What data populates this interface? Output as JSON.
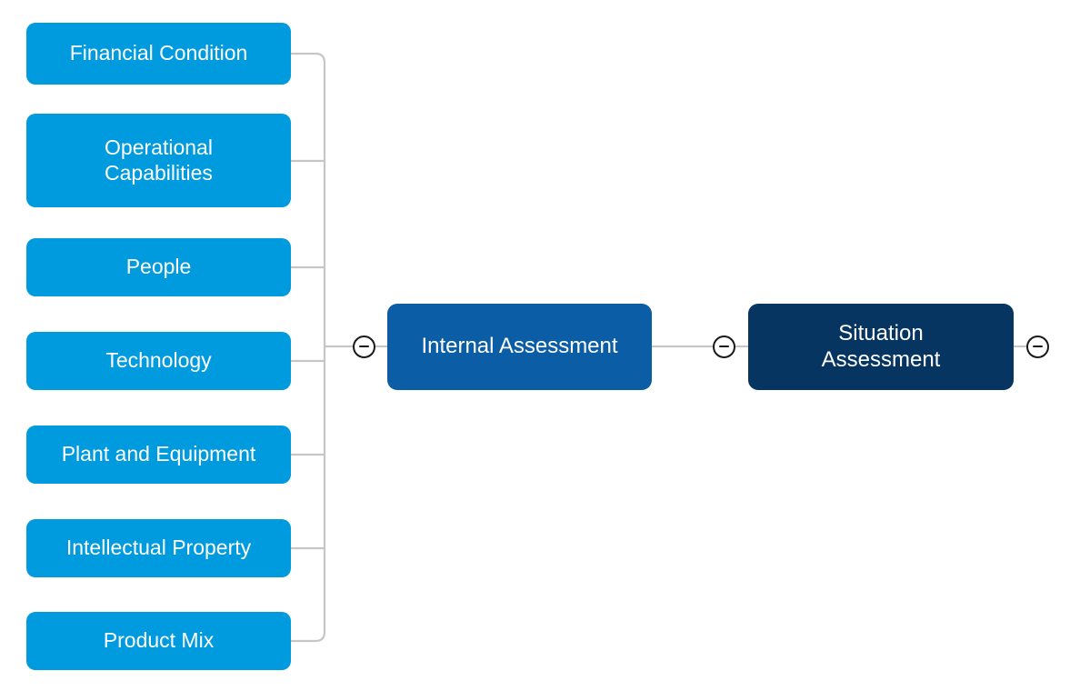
{
  "diagram": {
    "type": "mind-map",
    "orientation": "right-to-left",
    "background_color": "#ffffff",
    "colors": {
      "leaf_node": "#009ade",
      "branch_node": "#0b5da5",
      "root_node": "#053560",
      "connector_line": "#c6c6c6",
      "toggle_stroke": "#1a1a1a",
      "node_text": "#ffffff"
    },
    "root": {
      "label": "Situation\nAssessment",
      "level": "root"
    },
    "branch": {
      "label": "Internal Assessment",
      "level": "branch"
    },
    "leaves": [
      {
        "label": "Financial Condition"
      },
      {
        "label": "Operational\nCapabilities"
      },
      {
        "label": "People"
      },
      {
        "label": "Technology"
      },
      {
        "label": "Plant and Equipment"
      },
      {
        "label": "Intellectual Property"
      },
      {
        "label": "Product Mix"
      }
    ],
    "toggles": [
      {
        "name": "collapse-toggle-internal-assessment",
        "state": "expanded",
        "symbol": "minus"
      },
      {
        "name": "collapse-toggle-situation-assessment-left",
        "state": "expanded",
        "symbol": "minus"
      },
      {
        "name": "collapse-toggle-situation-assessment-right",
        "state": "expanded",
        "symbol": "minus"
      }
    ]
  }
}
